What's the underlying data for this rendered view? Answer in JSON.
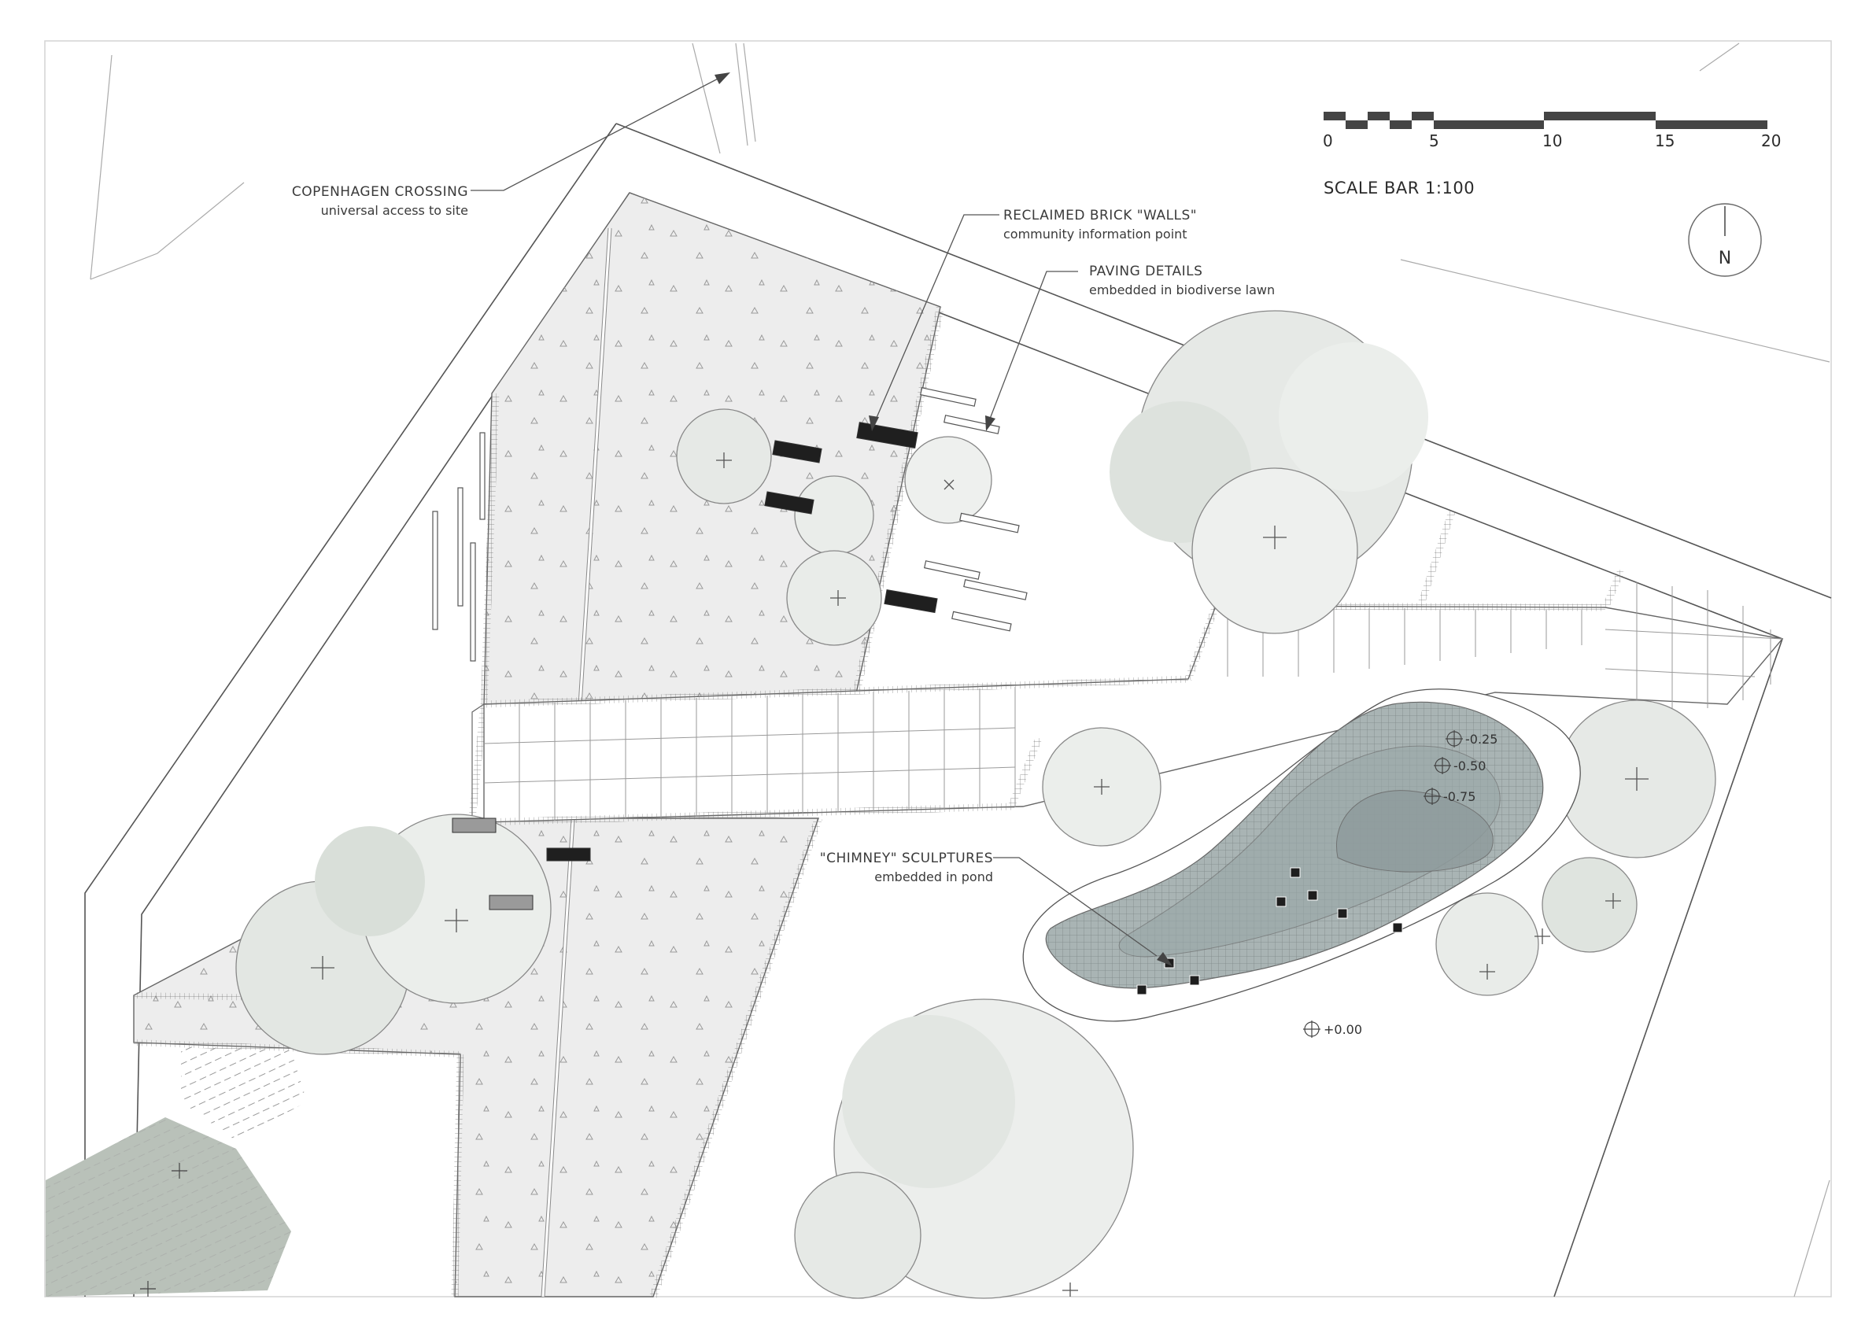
{
  "colors": {
    "lawn": "#ededed",
    "canopy": "#e4e8e4",
    "canopy_dark": "#c8cfc8",
    "pond": "#a9b4b4",
    "pond_deep": "#8e9b9c",
    "shade": "#b9c1b9",
    "line": "#555555"
  },
  "labels": {
    "copenhagen": {
      "title": "COPENHAGEN CROSSING",
      "sub": "universal access to site"
    },
    "brick": {
      "title": "RECLAIMED BRICK \"WALLS\"",
      "sub": "community information point"
    },
    "paving": {
      "title": "PAVING DETAILS",
      "sub": "embedded in biodiverse lawn"
    },
    "chimney": {
      "title": "\"CHIMNEY\" SCULPTURES",
      "sub": "embedded in pond"
    }
  },
  "scale_bar": {
    "title": "SCALE BAR 1:100",
    "ticks": [
      "0",
      "5",
      "10",
      "15",
      "20"
    ]
  },
  "north_arrow": {
    "label": "N"
  },
  "levels": [
    "-0.25",
    "-0.50",
    "-0.75",
    "+0.00"
  ]
}
